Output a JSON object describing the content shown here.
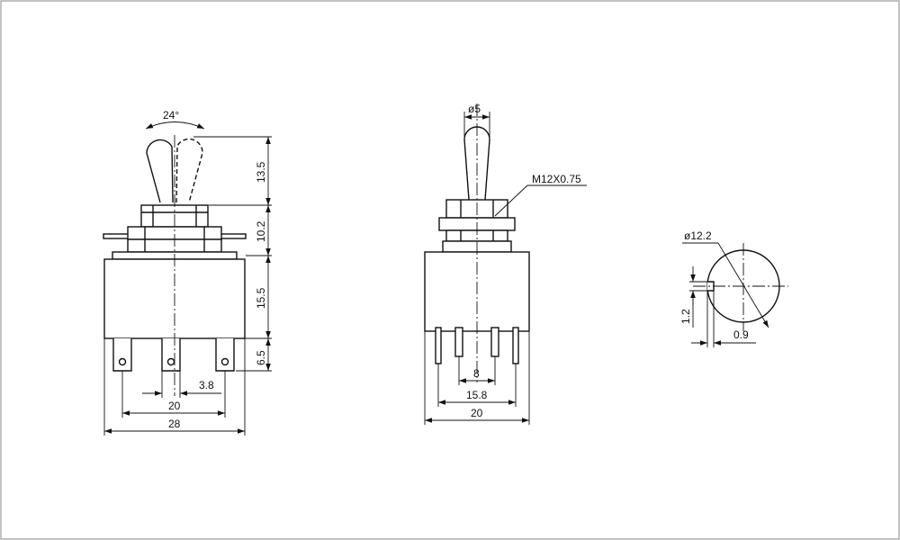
{
  "front_view": {
    "angle": "24°",
    "dim_lever": "13.5",
    "dim_bushing": "10.2",
    "dim_body": "15.5",
    "dim_terminal": "6.5",
    "dim_terminal_width": "3.8",
    "dim_terminal_span": "20",
    "dim_body_width": "28"
  },
  "side_view": {
    "dim_lever_dia": "ø5",
    "thread": "M12X0.75",
    "dim_terminal_gap": "8",
    "dim_terminal_span": "15.8",
    "dim_body_width": "20"
  },
  "panel_cutout": {
    "dim_hole_dia": "ø12.2",
    "dim_key_height": "1.2",
    "dim_key_width": "0.9"
  },
  "colors": {
    "line": "#111111",
    "background": "#ffffff",
    "frame": "#9a9a9a"
  }
}
